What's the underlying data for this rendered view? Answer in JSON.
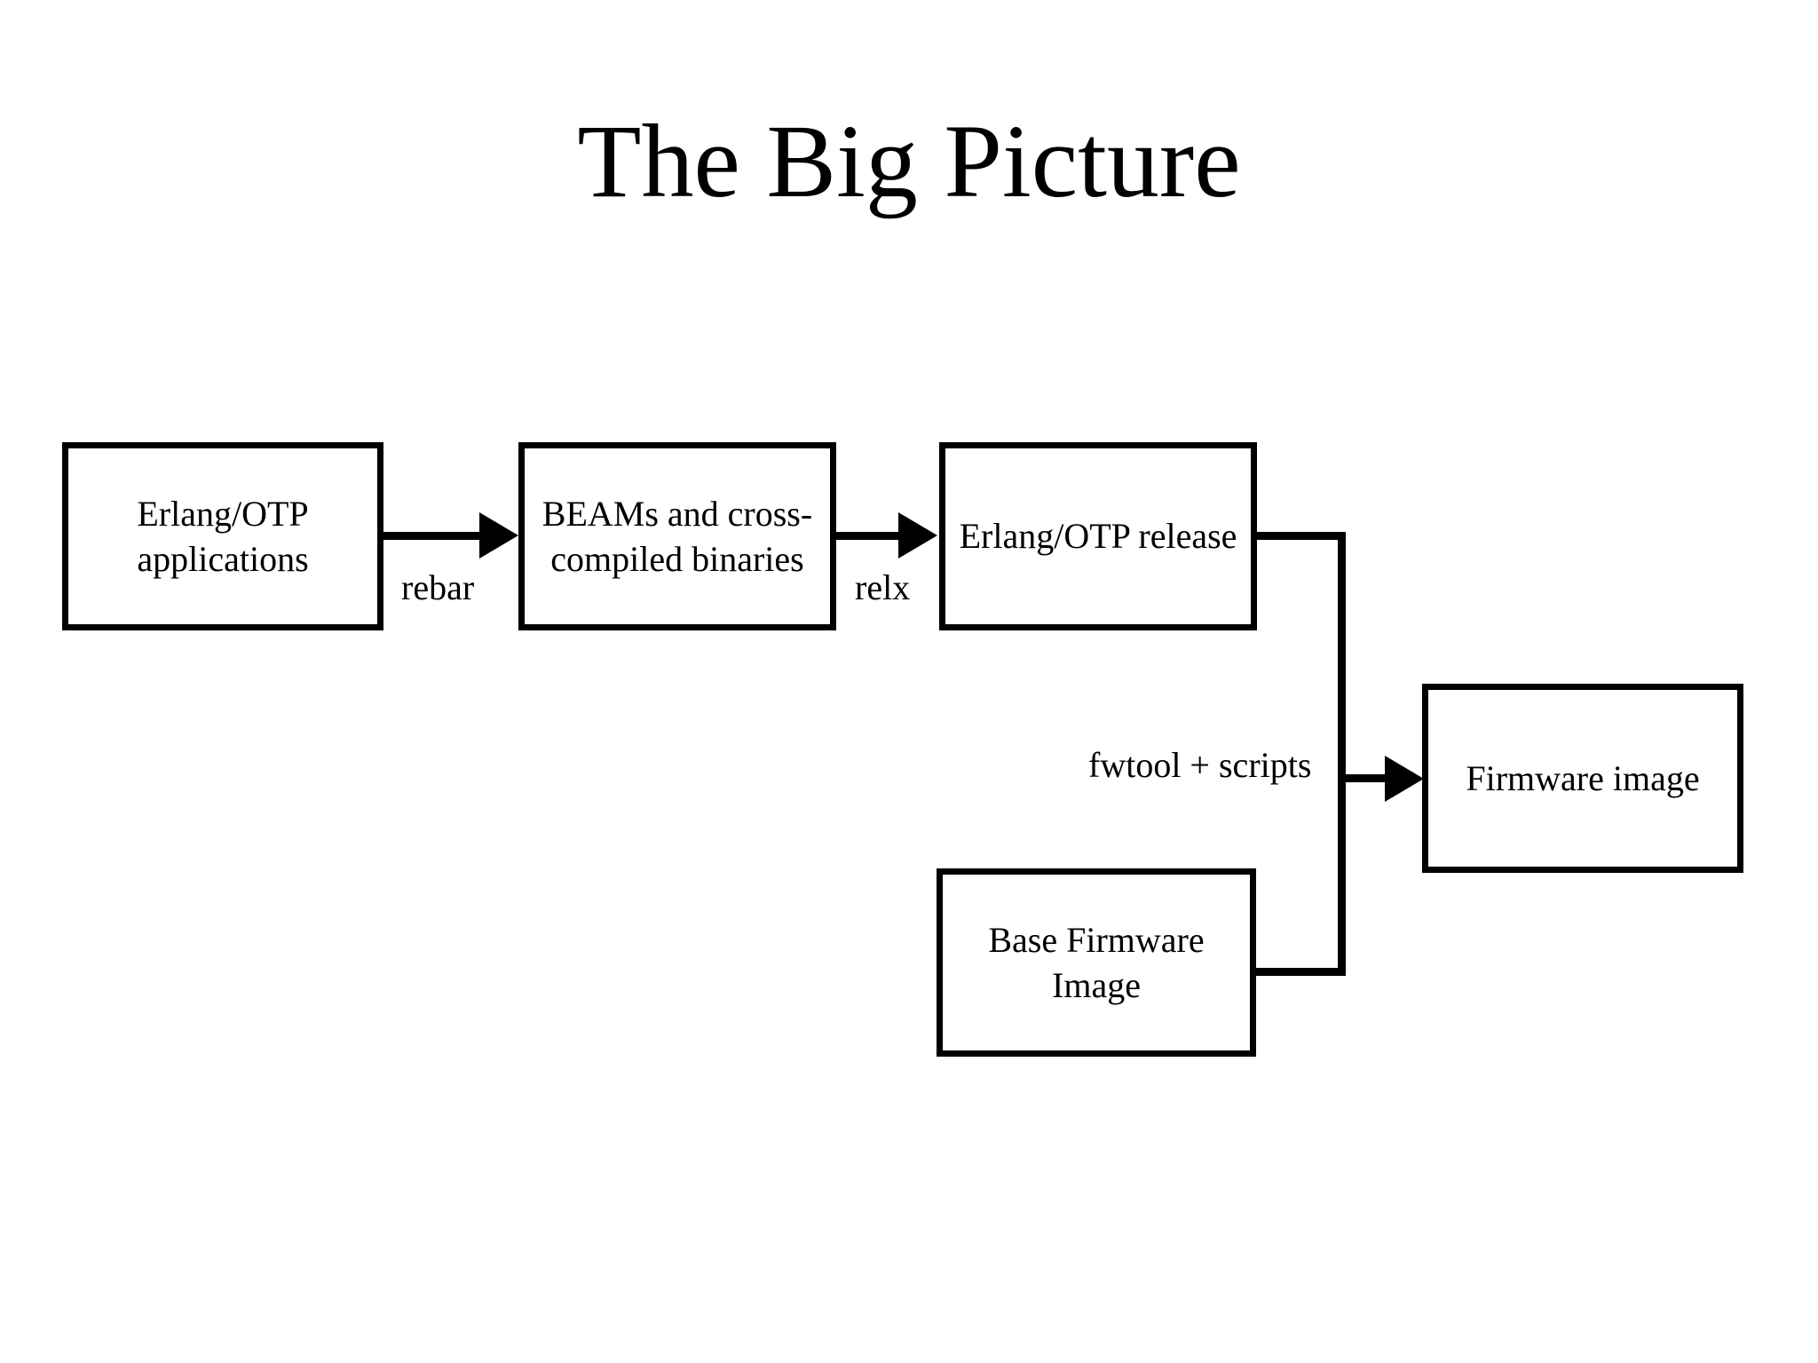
{
  "slide": {
    "title": "The Big Picture",
    "background_color": "#ffffff",
    "ink_color": "#000000"
  },
  "diagram": {
    "type": "flowchart",
    "nodes": [
      {
        "id": "erlang-apps",
        "label": "Erlang/OTP\napplications"
      },
      {
        "id": "beams",
        "label": "BEAMs and cross-\ncompiled binaries"
      },
      {
        "id": "otp-release",
        "label": "Erlang/OTP release"
      },
      {
        "id": "base-firmware",
        "label": "Base Firmware\nImage"
      },
      {
        "id": "firmware",
        "label": "Firmware image"
      }
    ],
    "edges": [
      {
        "id": "rebar",
        "from": "erlang-apps",
        "to": "beams",
        "label": "rebar"
      },
      {
        "id": "relx",
        "from": "beams",
        "to": "otp-release",
        "label": "relx"
      },
      {
        "id": "fwtool",
        "from": "otp-release",
        "to": "firmware",
        "label": "fwtool + scripts"
      },
      {
        "id": "base",
        "from": "base-firmware",
        "to": "firmware",
        "label": ""
      }
    ]
  }
}
